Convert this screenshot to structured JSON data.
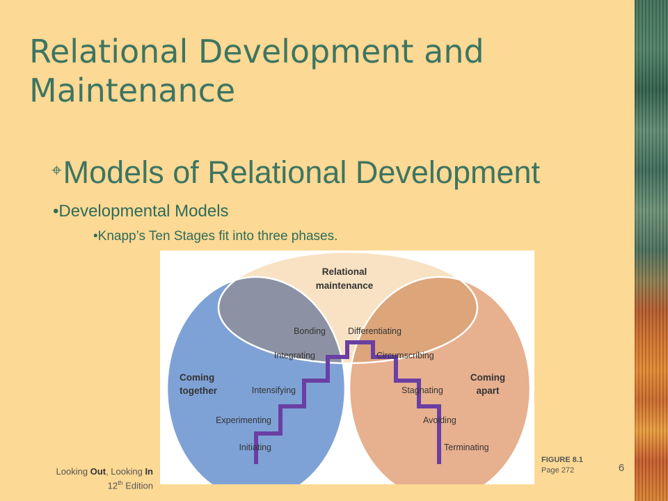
{
  "slide": {
    "title": "Relational Development and Maintenance",
    "bullet1": "Models of Relational Development",
    "bullet2": "•Developmental Models",
    "bullet3": "•Knapp’s Ten Stages fit into three phases.",
    "slide_number": "6"
  },
  "figure": {
    "phases": {
      "maintenance": [
        "Relational",
        "maintenance"
      ],
      "together": [
        "Coming",
        "together"
      ],
      "apart": [
        "Coming",
        "apart"
      ]
    },
    "stages_up": [
      "Initiating",
      "Experimenting",
      "Intensifying",
      "Integrating",
      "Bonding"
    ],
    "stages_down": [
      "Differentiating",
      "Circumscribing",
      "Stagnating",
      "Avoiding",
      "Terminating"
    ],
    "caption": {
      "figure_number": "FIGURE 8.1",
      "page": "Page 272"
    }
  },
  "footer": {
    "book_parts": [
      "Looking ",
      "Out",
      ", Looking ",
      "In"
    ],
    "edition_number": "12",
    "edition_suffix": "th",
    "edition_word": " Edition"
  },
  "colors": {
    "title_text": "#3d7562",
    "background": "#fcd994",
    "together_circle": "#7fa2d6",
    "apart_circle": "#e7b08f",
    "maintenance_top": "#f8e2c3",
    "staircase": "#6a3fa3"
  }
}
